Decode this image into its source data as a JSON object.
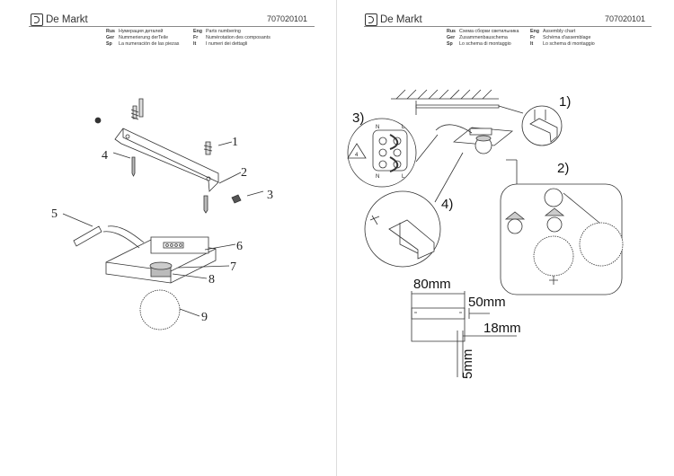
{
  "brand": {
    "name": "De Markt"
  },
  "left": {
    "code": "707020101",
    "titles": [
      {
        "lang": "Rus",
        "text": "Нумерация деталей"
      },
      {
        "lang": "Ger",
        "text": "Nummerierung derTeile"
      },
      {
        "lang": "Sp",
        "text": "La numeración de las piezas"
      },
      {
        "lang": "Eng",
        "text": "Parts numbering"
      },
      {
        "lang": "Fr",
        "text": "Numérotation des composants"
      },
      {
        "lang": "It",
        "text": "I numeri dei dettagli"
      }
    ],
    "parts": [
      "1",
      "2",
      "3",
      "4",
      "5",
      "6",
      "7",
      "8",
      "9"
    ]
  },
  "right": {
    "code": "707020101",
    "titles": [
      {
        "lang": "Rus",
        "text": "Схема сборки светильника"
      },
      {
        "lang": "Ger",
        "text": "Zusammenbauschema"
      },
      {
        "lang": "Sp",
        "text": "Lo schema di montaggio"
      },
      {
        "lang": "Eng",
        "text": "Assembly chart"
      },
      {
        "lang": "Fr",
        "text": "Schéma d'assemblage"
      },
      {
        "lang": "It",
        "text": "Lo schema di montaggio"
      }
    ],
    "steps": [
      "1)",
      "2)",
      "3)",
      "4)"
    ],
    "terminals": [
      "N",
      "L",
      "N",
      "L"
    ],
    "warning": "4",
    "dimensions": {
      "width": "80mm",
      "depth": "50mm",
      "offset": "18mm",
      "thickness": "5mm"
    }
  }
}
